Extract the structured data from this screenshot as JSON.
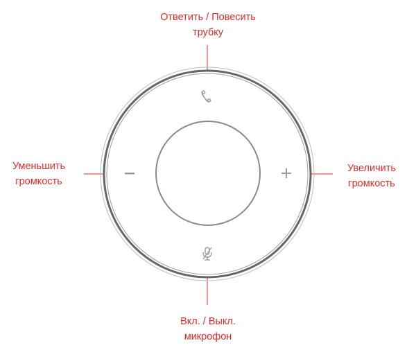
{
  "labels": {
    "answer_hangup": [
      "Ответить / Повесить",
      "трубку"
    ],
    "volume_down": [
      "Уменьшить",
      "громкость"
    ],
    "volume_up": [
      "Увеличить",
      "громкость"
    ],
    "mic_toggle": [
      "Вкл. / Выкл.",
      "микрофон"
    ]
  },
  "colors": {
    "callout": "#e32a2a",
    "device_outline": "#555555",
    "device_light": "#bbbbbb"
  },
  "icons": {
    "answer_hangup": "phone-handset-icon",
    "volume_down": "minus-icon",
    "volume_up": "plus-icon",
    "mic_toggle": "microphone-muted-icon"
  }
}
